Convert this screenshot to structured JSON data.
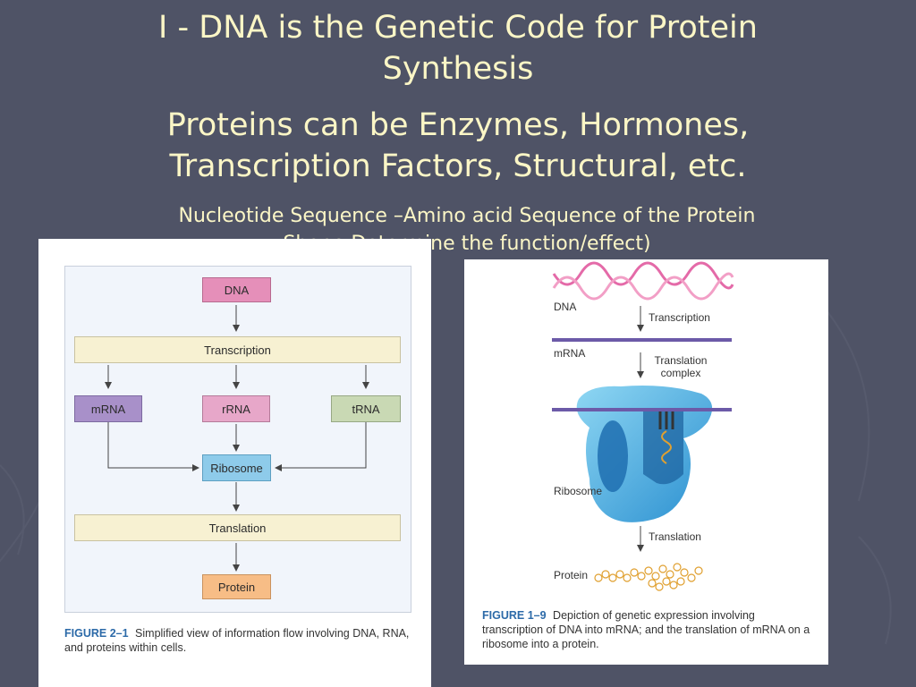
{
  "slide": {
    "title": "I - DNA is the Genetic Code for Protein Synthesis",
    "subtitle": "Proteins can be Enzymes, Hormones, Transcription Factors, Structural, etc.",
    "note": "Nucleotide Sequence –Amino acid Sequence of the Protein Shape Determine the function/effect)"
  },
  "figure_left": {
    "nodes": {
      "dna": "DNA",
      "transcription": "Transcription",
      "mrna": "mRNA",
      "rrna": "rRNA",
      "trna": "tRNA",
      "ribosome": "Ribosome",
      "translation": "Translation",
      "protein": "Protein"
    },
    "caption_label": "FIGURE 2–1",
    "caption_text": "Simplified view of information flow involving DNA, RNA, and proteins within cells.",
    "colors": {
      "dna": "#e58fb9",
      "mrna": "#a890c9",
      "rrna": "#e7a7c9",
      "trna": "#c9d9b4",
      "ribosome": "#8ecbea",
      "protein": "#f7bd86"
    }
  },
  "figure_right": {
    "labels": {
      "dna": "DNA",
      "transcription": "Transcription",
      "mrna": "mRNA",
      "translation_complex": "Translation complex",
      "ribosome": "Ribosome",
      "translation": "Translation",
      "protein": "Protein"
    },
    "caption_label": "FIGURE 1–9",
    "caption_text": "Depiction of genetic expression involving transcription of DNA into mRNA; and the translation of mRNA on a ribosome into a protein."
  },
  "colors": {
    "background": "#4f5366",
    "title_text": "#fbf6c6",
    "figure_label": "#2c6aa8"
  }
}
